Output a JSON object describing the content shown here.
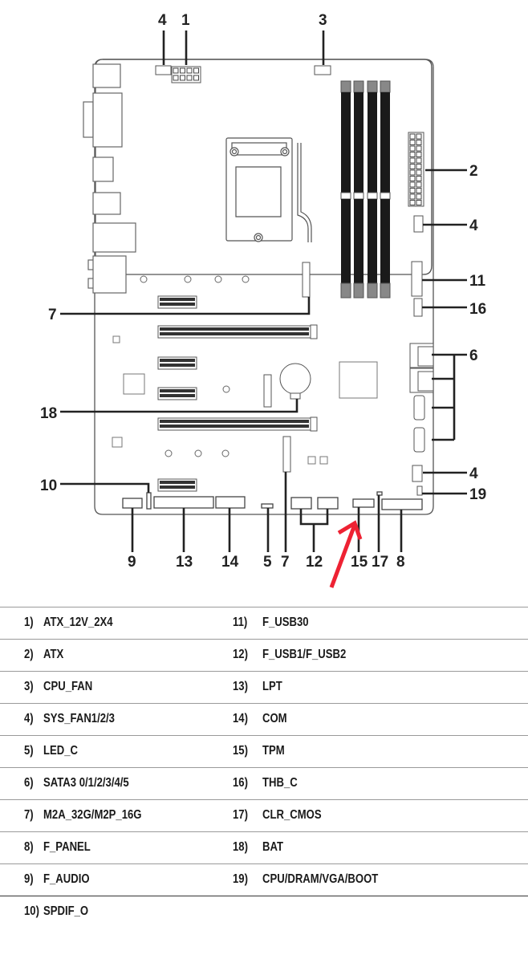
{
  "diagram": {
    "callouts": {
      "top_4": "4",
      "top_1": "1",
      "top_3": "3",
      "right_2": "2",
      "right_4a": "4",
      "right_11": "11",
      "right_16": "16",
      "right_6": "6",
      "right_4b": "4",
      "right_19": "19",
      "left_7": "7",
      "left_18": "18",
      "left_10": "10",
      "bottom_9": "9",
      "bottom_13": "13",
      "bottom_14": "14",
      "bottom_5": "5",
      "bottom_7": "7",
      "bottom_12": "12",
      "bottom_15": "15",
      "bottom_17": "17",
      "bottom_8": "8"
    },
    "arrow_color": "#ee2233",
    "arrow_target": "15"
  },
  "legend": {
    "rows": [
      {
        "left": {
          "num": "1)",
          "name": "ATX_12V_2X4"
        },
        "right": {
          "num": "11)",
          "name": "F_USB30"
        }
      },
      {
        "left": {
          "num": "2)",
          "name": "ATX"
        },
        "right": {
          "num": "12)",
          "name": "F_USB1/F_USB2"
        }
      },
      {
        "left": {
          "num": "3)",
          "name": "CPU_FAN"
        },
        "right": {
          "num": "13)",
          "name": "LPT"
        }
      },
      {
        "left": {
          "num": "4)",
          "name": "SYS_FAN1/2/3"
        },
        "right": {
          "num": "14)",
          "name": "COM"
        }
      },
      {
        "left": {
          "num": "5)",
          "name": "LED_C"
        },
        "right": {
          "num": "15)",
          "name": "TPM"
        }
      },
      {
        "left": {
          "num": "6)",
          "name": "SATA3 0/1/2/3/4/5"
        },
        "right": {
          "num": "16)",
          "name": "THB_C"
        }
      },
      {
        "left": {
          "num": "7)",
          "name": "M2A_32G/M2P_16G"
        },
        "right": {
          "num": "17)",
          "name": "CLR_CMOS"
        }
      },
      {
        "left": {
          "num": "8)",
          "name": "F_PANEL"
        },
        "right": {
          "num": "18)",
          "name": "BAT"
        }
      },
      {
        "left": {
          "num": "9)",
          "name": "F_AUDIO"
        },
        "right": {
          "num": "19)",
          "name": "CPU/DRAM/VGA/BOOT"
        }
      },
      {
        "left": {
          "num": "10)",
          "name": "SPDIF_O"
        }
      }
    ]
  }
}
